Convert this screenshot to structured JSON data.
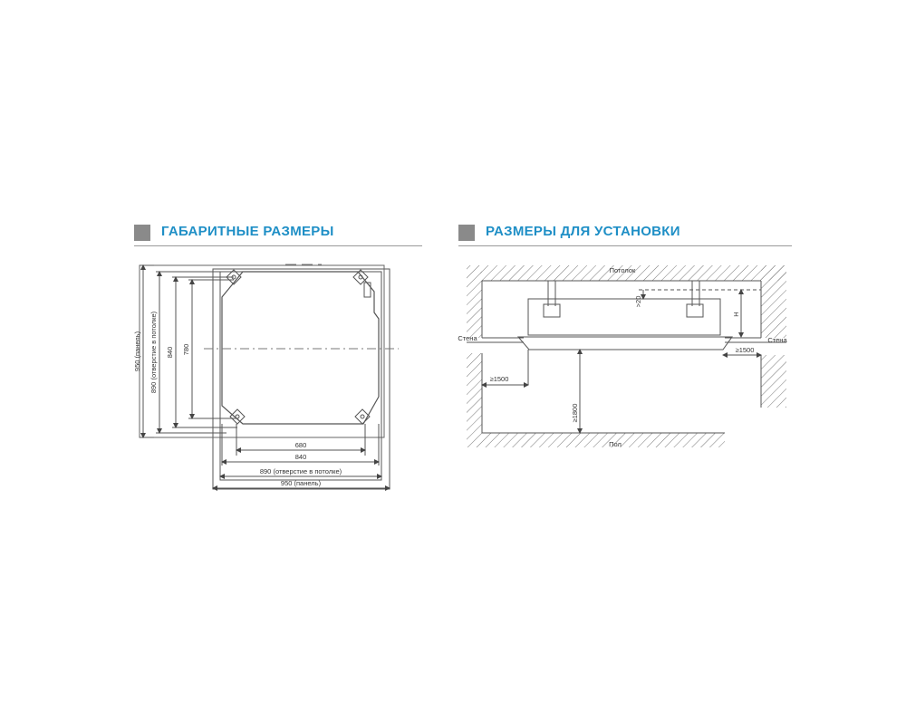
{
  "left_section": {
    "title": "ГАБАРИТНЫЕ РАЗМЕРЫ"
  },
  "right_section": {
    "title": "РАЗМЕРЫ ДЛЯ УСТАНОВКИ"
  },
  "dimensions_drawing": {
    "dim_680": "680",
    "dim_840_h": "840",
    "dim_890_h": "890 (отверстие в потолке)",
    "dim_950_h": "950 (панель)",
    "dim_950_v": "950 (панель)",
    "dim_890_v": "890 (отверстие в потолке)",
    "dim_840_v": "840",
    "dim_780_v": "780"
  },
  "installation_drawing": {
    "ceiling_label": "Потолок",
    "floor_label": "Пол",
    "wall_left_label": "Стена",
    "wall_right_label": "Стена",
    "dim_20": ">20",
    "dim_h": "H",
    "dim_1500_left": "≥1500",
    "dim_1500_right": "≥1500",
    "dim_1800": "≥1800"
  },
  "colors": {
    "title": "#1f8fc6",
    "marker": "#8a8a8a",
    "line": "#555555"
  }
}
